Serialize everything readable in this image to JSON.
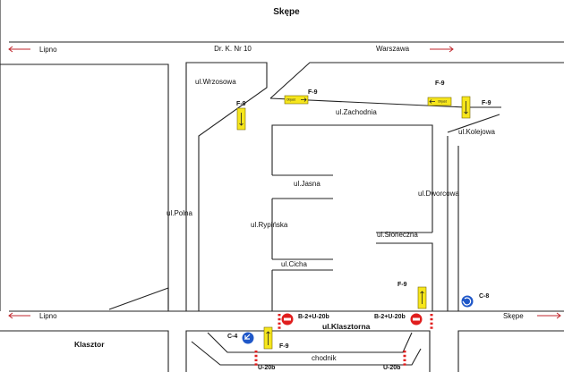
{
  "title": "Skępe",
  "roads": {
    "dk10": "Dr. K. Nr 10",
    "lipno_top": "Lipno",
    "warszawa": "Warszawa",
    "lipno_bottom": "Lipno",
    "skepe_right": "Skępe",
    "klasztor": "Klasztor"
  },
  "streets": {
    "wrzosowa": "ul.Wrzosowa",
    "zachodnia": "ul.Zachodnia",
    "kolejowa": "ul.Kolejowa",
    "polna": "ul.Polna",
    "jasna": "ul.Jasna",
    "rypinska": "ul.Rypińska",
    "dworcowa": "ul.Dworcowa",
    "sloneczna": "ul.Słoneczna",
    "cicha": "ul.Cicha",
    "klasztorna": "ul.Klasztorna",
    "chodnik": "chodnik"
  },
  "signs": {
    "f9": "F-9",
    "c4": "C-4",
    "c8": "C-8",
    "b2u20b": "B-2+U-20b",
    "u20b": "U-20b",
    "objazd": "Objazd"
  },
  "colors": {
    "stop_red": "#e01e1e",
    "sign_blue": "#1f57c8",
    "detour_yellow": "#f6e61c"
  }
}
